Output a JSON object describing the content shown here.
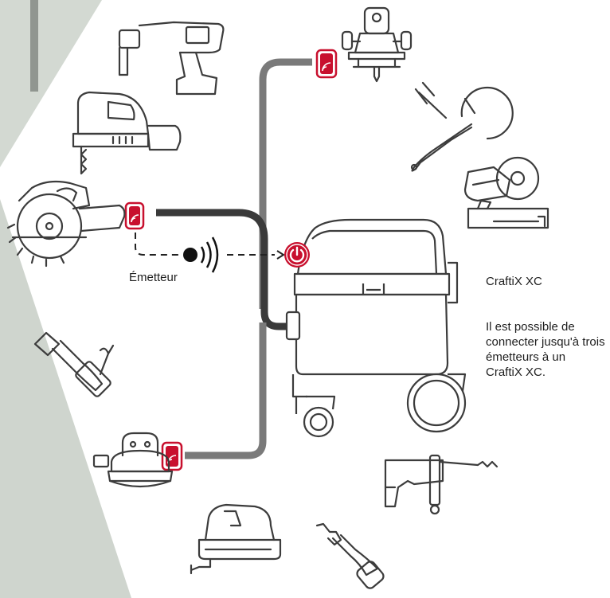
{
  "emitter_label": "Émetteur",
  "product": {
    "name": "CraftiX XC",
    "description": "Il est possible de connecter jusqu'à trois émetteurs à un CraftiX XC."
  },
  "colors": {
    "accent_red": "#c8102e",
    "cable_dark": "#3a3a3a",
    "cable_gray": "#7a7a7a",
    "outline": "#3c3c3c",
    "background_strip": "#cfd6cf"
  },
  "icons": {
    "tools": [
      "cordless-drill-icon",
      "jigsaw-icon",
      "circular-saw-icon",
      "router-icon",
      "angle-grinder-icon",
      "miter-saw-icon",
      "die-grinder-icon",
      "orbital-sander-icon",
      "rotary-hammer-icon",
      "planer-icon",
      "reciprocating-saw-icon"
    ],
    "device": "dust-extractor-icon",
    "wireless": [
      "emitter-badge-icon",
      "receiver-power-icon",
      "signal-waves-icon"
    ]
  }
}
